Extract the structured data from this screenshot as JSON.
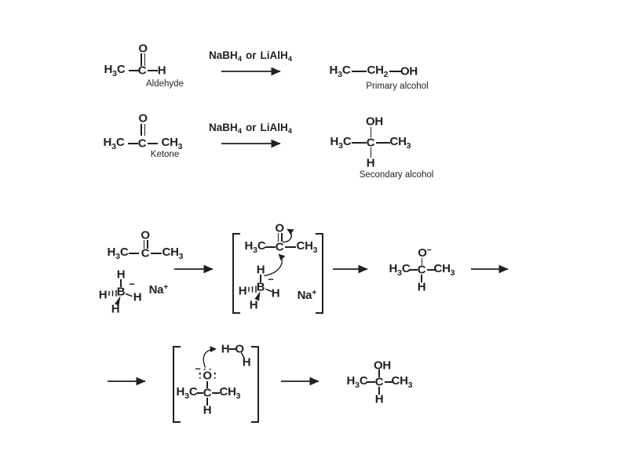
{
  "colors": {
    "ink": "#231f20",
    "background": "#ffffff"
  },
  "sym": {
    "H": "H",
    "C": "C",
    "O": "O",
    "B": "B",
    "Na": "Na",
    "OH": "OH",
    "CH": "CH",
    "n2": "2",
    "n3": "3",
    "n4": "4",
    "plus": "+",
    "minus": "−"
  },
  "reagent": {
    "a": "NaBH",
    "sub4": "4",
    "or": "or",
    "b": "LiAlH"
  },
  "captions": {
    "aldehyde": "Aldehyde",
    "ketone": "Ketone",
    "primary_alcohol": "Primary alcohol",
    "secondary_alcohol": "Secondary alcohol"
  }
}
